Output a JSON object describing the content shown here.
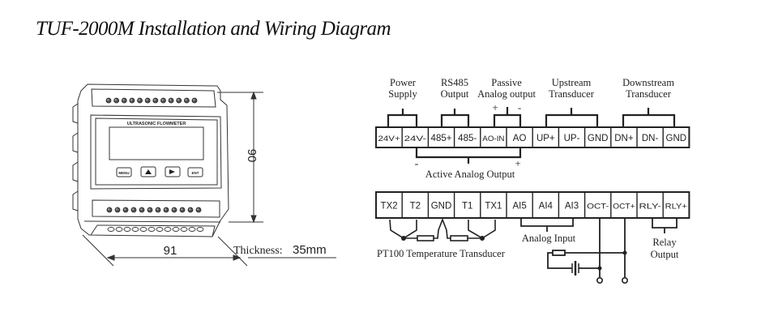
{
  "title": "TUF-2000M Installation and Wiring Diagram",
  "device": {
    "panel_label": "ULTRASONIC FLOWMETER",
    "buttons": [
      {
        "label": "MENU",
        "icon": null
      },
      {
        "label": "",
        "icon": "up-triangle"
      },
      {
        "label": "",
        "icon": "right-triangle"
      },
      {
        "label": "ENT",
        "icon": null
      }
    ],
    "led_count_top": 12,
    "led_count_bottom": 12,
    "connector_count_base": 12
  },
  "dimensions": {
    "height": "90",
    "width": "91",
    "thickness_label": "Thickness:",
    "thickness_value": "35mm"
  },
  "top_terminals": [
    "24V+",
    "24V-",
    "485+",
    "485-",
    "AO-IN",
    "AO",
    "UP+",
    "UP-",
    "GND",
    "DN+",
    "DN-",
    "GND"
  ],
  "top_groups": [
    {
      "line1": "Power",
      "line2": "Supply"
    },
    {
      "line1": "RS485",
      "line2": "Output"
    },
    {
      "line1": "Passive",
      "line2": "Analog output",
      "plus": "+",
      "minus": "-"
    },
    {
      "line1": "Upstream",
      "line2": "Transducer"
    },
    {
      "line1": "Downstream",
      "line2": "Transducer"
    }
  ],
  "active_analog": {
    "label": "Active Analog Output",
    "minus": "-",
    "plus": "+"
  },
  "bottom_terminals": [
    "TX2",
    "T2",
    "GND",
    "T1",
    "TX1",
    "AI5",
    "AI4",
    "AI3",
    "OCT-",
    "OCT+",
    "RLY-",
    "RLY+"
  ],
  "bottom_groups": {
    "pt100": "PT100 Temperature Transducer",
    "analog_input": "Analog Input",
    "relay_line1": "Relay",
    "relay_line2": "Output"
  }
}
